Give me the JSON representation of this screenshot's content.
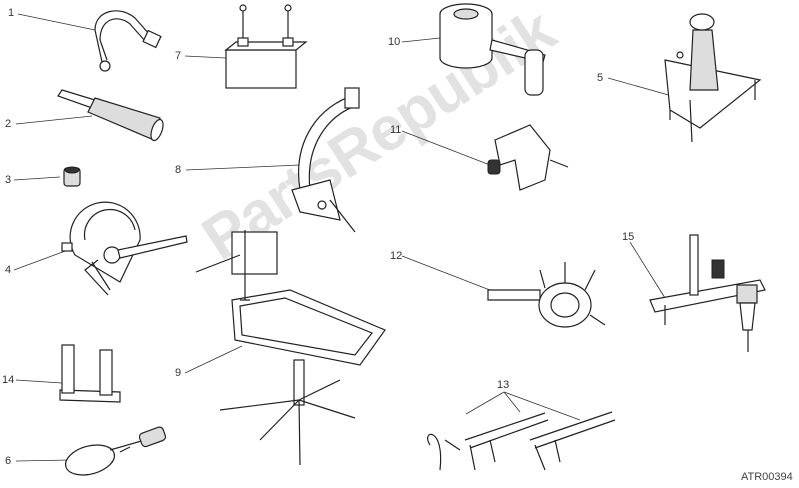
{
  "diagram": {
    "callouts": [
      {
        "id": "1",
        "label": "1"
      },
      {
        "id": "2",
        "label": "2"
      },
      {
        "id": "3",
        "label": "3"
      },
      {
        "id": "4",
        "label": "4"
      },
      {
        "id": "5",
        "label": "5"
      },
      {
        "id": "6",
        "label": "6"
      },
      {
        "id": "7",
        "label": "7"
      },
      {
        "id": "8",
        "label": "8"
      },
      {
        "id": "9",
        "label": "9"
      },
      {
        "id": "10",
        "label": "10"
      },
      {
        "id": "11",
        "label": "11"
      },
      {
        "id": "12",
        "label": "12"
      },
      {
        "id": "13",
        "label": "13"
      },
      {
        "id": "14",
        "label": "14"
      },
      {
        "id": "15",
        "label": "15"
      }
    ],
    "drawing_code": "ATR00394",
    "watermark": "PartsRepublik"
  }
}
